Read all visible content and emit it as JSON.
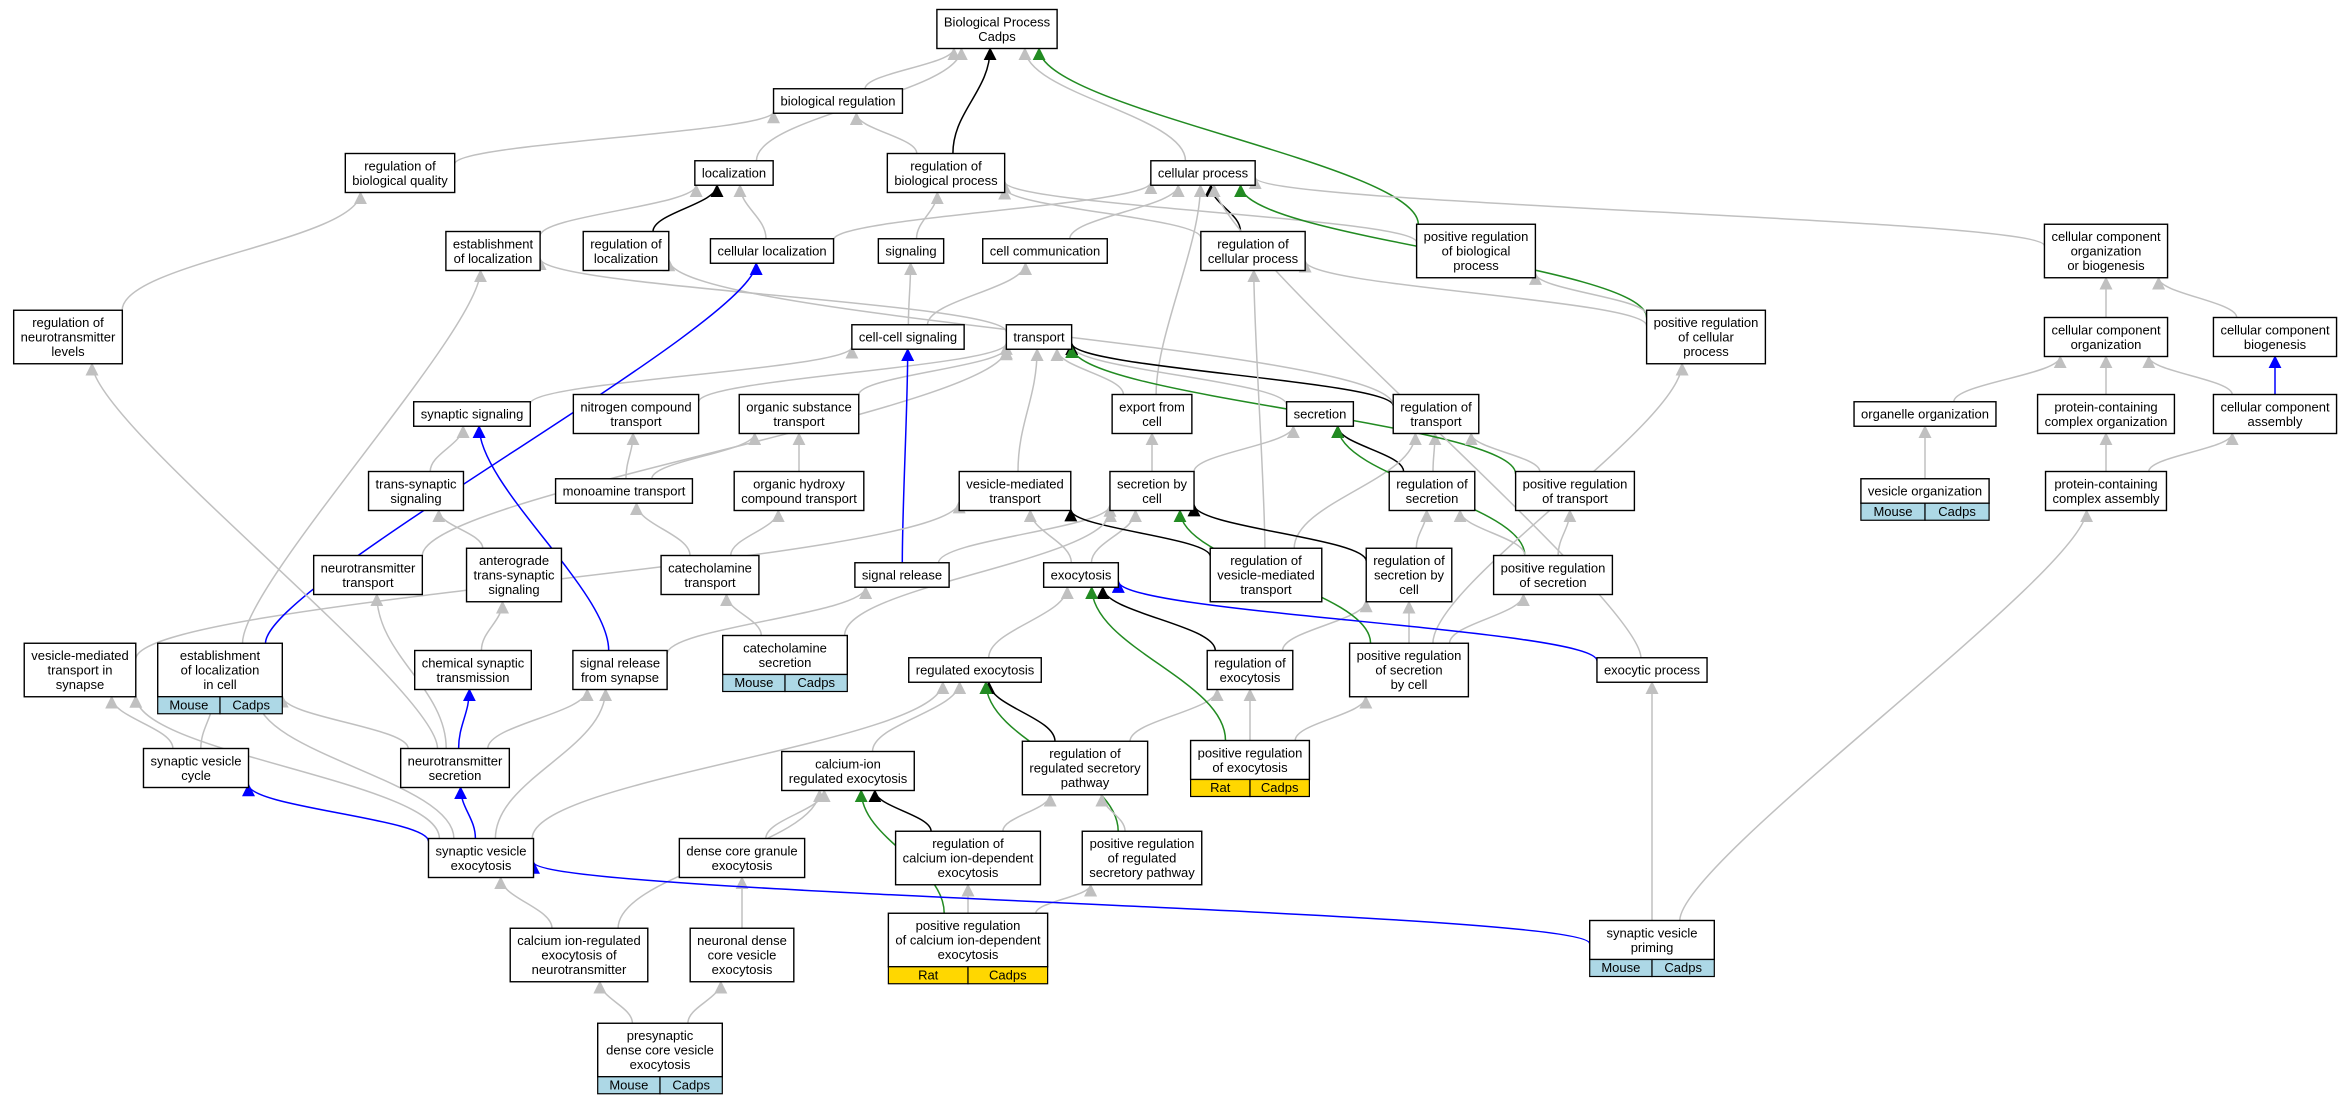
{
  "title": "Biological Process Cadps",
  "colors": {
    "is_a": "#c0c0c0",
    "part_of": "#000000",
    "regulates": "#0000ff",
    "positively_regulates": "#228b22",
    "mouse_tag": "#add8e6",
    "rat_tag": "#ffd700"
  },
  "nodes": [
    {
      "id": "root",
      "lines": [
        "Biological Process",
        "Cadps"
      ]
    },
    {
      "id": "bioreg",
      "lines": [
        "biological regulation"
      ]
    },
    {
      "id": "regbq",
      "lines": [
        "regulation of",
        "biological quality"
      ]
    },
    {
      "id": "local",
      "lines": [
        "localization"
      ]
    },
    {
      "id": "regbp",
      "lines": [
        "regulation of",
        "biological process"
      ]
    },
    {
      "id": "cellproc",
      "lines": [
        "cellular process"
      ]
    },
    {
      "id": "estloc",
      "lines": [
        "establishment",
        "of localization"
      ]
    },
    {
      "id": "regloc",
      "lines": [
        "regulation of",
        "localization"
      ]
    },
    {
      "id": "cellloc",
      "lines": [
        "cellular localization"
      ]
    },
    {
      "id": "signaling",
      "lines": [
        "signaling"
      ]
    },
    {
      "id": "cellcomm",
      "lines": [
        "cell communication"
      ]
    },
    {
      "id": "regcp",
      "lines": [
        "regulation of",
        "cellular process"
      ]
    },
    {
      "id": "posregbp",
      "lines": [
        "positive regulation",
        "of biological",
        "process"
      ]
    },
    {
      "id": "ccorg",
      "lines": [
        "cellular component",
        "organization",
        "or biogenesis"
      ]
    },
    {
      "id": "regnt",
      "lines": [
        "regulation of",
        "neurotransmitter",
        "levels"
      ]
    },
    {
      "id": "ccsig",
      "lines": [
        "cell-cell signaling"
      ]
    },
    {
      "id": "transport",
      "lines": [
        "transport"
      ]
    },
    {
      "id": "posregcp",
      "lines": [
        "positive regulation",
        "of cellular",
        "process"
      ]
    },
    {
      "id": "ccorg2",
      "lines": [
        "cellular component",
        "organization"
      ]
    },
    {
      "id": "ccbio",
      "lines": [
        "cellular component",
        "biogenesis"
      ]
    },
    {
      "id": "synsig",
      "lines": [
        "synaptic signaling"
      ]
    },
    {
      "id": "nitro",
      "lines": [
        "nitrogen compound",
        "transport"
      ]
    },
    {
      "id": "orgsub",
      "lines": [
        "organic substance",
        "transport"
      ]
    },
    {
      "id": "export",
      "lines": [
        "export from",
        "cell"
      ]
    },
    {
      "id": "secretion",
      "lines": [
        "secretion"
      ]
    },
    {
      "id": "regtrans",
      "lines": [
        "regulation of",
        "transport"
      ]
    },
    {
      "id": "organorg",
      "lines": [
        "organelle organization"
      ]
    },
    {
      "id": "pcco",
      "lines": [
        "protein-containing",
        "complex organization"
      ]
    },
    {
      "id": "ccasm",
      "lines": [
        "cellular component",
        "assembly"
      ]
    },
    {
      "id": "transsyn",
      "lines": [
        "trans-synaptic",
        "signaling"
      ]
    },
    {
      "id": "monoamine",
      "lines": [
        "monoamine transport"
      ]
    },
    {
      "id": "orghyd",
      "lines": [
        "organic hydroxy",
        "compound transport"
      ]
    },
    {
      "id": "vesmed",
      "lines": [
        "vesicle-mediated",
        "transport"
      ]
    },
    {
      "id": "secbycell",
      "lines": [
        "secretion by",
        "cell"
      ]
    },
    {
      "id": "regsec",
      "lines": [
        "regulation of",
        "secretion"
      ]
    },
    {
      "id": "posregtrans",
      "lines": [
        "positive regulation",
        "of transport"
      ]
    },
    {
      "id": "vesorg",
      "lines": [
        "vesicle organization"
      ],
      "tags": [
        "Mouse",
        "Cadps"
      ]
    },
    {
      "id": "pcca",
      "lines": [
        "protein-containing",
        "complex assembly"
      ]
    },
    {
      "id": "nttrans",
      "lines": [
        "neurotransmitter",
        "transport"
      ]
    },
    {
      "id": "antero",
      "lines": [
        "anterograde",
        "trans-synaptic",
        "signaling"
      ]
    },
    {
      "id": "catetrans",
      "lines": [
        "catecholamine",
        "transport"
      ]
    },
    {
      "id": "sigrel",
      "lines": [
        "signal release"
      ]
    },
    {
      "id": "exocytosis",
      "lines": [
        "exocytosis"
      ]
    },
    {
      "id": "regvmt",
      "lines": [
        "regulation of",
        "vesicle-mediated",
        "transport"
      ]
    },
    {
      "id": "regsecbc",
      "lines": [
        "regulation of",
        "secretion by",
        "cell"
      ]
    },
    {
      "id": "posregsec",
      "lines": [
        "positive regulation",
        "of secretion"
      ]
    },
    {
      "id": "vmtsyn",
      "lines": [
        "vesicle-mediated",
        "transport in",
        "synapse"
      ]
    },
    {
      "id": "estlocc",
      "lines": [
        "establishment",
        "of localization",
        "in cell"
      ],
      "tags": [
        "Mouse",
        "Cadps"
      ]
    },
    {
      "id": "chemsyn",
      "lines": [
        "chemical synaptic",
        "transmission"
      ]
    },
    {
      "id": "sigrelsyn",
      "lines": [
        "signal release",
        "from synapse"
      ]
    },
    {
      "id": "catesec",
      "lines": [
        "catecholamine",
        "secretion"
      ],
      "tags": [
        "Mouse",
        "Cadps"
      ]
    },
    {
      "id": "regexo",
      "lines": [
        "regulated exocytosis"
      ]
    },
    {
      "id": "regexoc",
      "lines": [
        "regulation of",
        "exocytosis"
      ]
    },
    {
      "id": "posregsecbc",
      "lines": [
        "positive regulation",
        "of secretion",
        "by cell"
      ]
    },
    {
      "id": "exoproc",
      "lines": [
        "exocytic process"
      ]
    },
    {
      "id": "svcycle",
      "lines": [
        "synaptic vesicle",
        "cycle"
      ]
    },
    {
      "id": "ntsec",
      "lines": [
        "neurotransmitter",
        "secretion"
      ]
    },
    {
      "id": "caexo",
      "lines": [
        "calcium-ion",
        "regulated exocytosis"
      ]
    },
    {
      "id": "regrsp",
      "lines": [
        "regulation of",
        "regulated secretory",
        "pathway"
      ]
    },
    {
      "id": "posregexo",
      "lines": [
        "positive regulation",
        "of exocytosis"
      ],
      "tags": [
        "Rat",
        "Cadps"
      ]
    },
    {
      "id": "svexo",
      "lines": [
        "synaptic vesicle",
        "exocytosis"
      ]
    },
    {
      "id": "dcgexo",
      "lines": [
        "dense core granule",
        "exocytosis"
      ]
    },
    {
      "id": "regcaexo",
      "lines": [
        "regulation of",
        "calcium ion-dependent",
        "exocytosis"
      ]
    },
    {
      "id": "posregrsp",
      "lines": [
        "positive regulation",
        "of regulated",
        "secretory pathway"
      ]
    },
    {
      "id": "canexo",
      "lines": [
        "calcium ion-regulated",
        "exocytosis of",
        "neurotransmitter"
      ]
    },
    {
      "id": "ndcvexo",
      "lines": [
        "neuronal dense",
        "core vesicle",
        "exocytosis"
      ]
    },
    {
      "id": "posregcaexo",
      "lines": [
        "positive regulation",
        "of calcium ion-dependent",
        "exocytosis"
      ],
      "tags": [
        "Rat",
        "Cadps"
      ]
    },
    {
      "id": "svprime",
      "lines": [
        "synaptic vesicle",
        "priming"
      ],
      "tags": [
        "Mouse",
        "Cadps"
      ]
    },
    {
      "id": "presyn",
      "lines": [
        "presynaptic",
        "dense core vesicle",
        "exocytosis"
      ],
      "tags": [
        "Mouse",
        "Cadps"
      ]
    }
  ],
  "edges": [
    {
      "from": "bioreg",
      "to": "root",
      "type": "is_a"
    },
    {
      "from": "local",
      "to": "root",
      "type": "is_a"
    },
    {
      "from": "regbp",
      "to": "root",
      "type": "part_of"
    },
    {
      "from": "cellproc",
      "to": "root",
      "type": "is_a"
    },
    {
      "from": "posregbp",
      "to": "root",
      "type": "positively_regulates"
    },
    {
      "from": "regbq",
      "to": "bioreg",
      "type": "is_a"
    },
    {
      "from": "regbp",
      "to": "bioreg",
      "type": "is_a"
    },
    {
      "from": "estloc",
      "to": "local",
      "type": "is_a"
    },
    {
      "from": "regloc",
      "to": "local",
      "type": "part_of"
    },
    {
      "from": "cellloc",
      "to": "local",
      "type": "is_a"
    },
    {
      "from": "cellloc",
      "to": "cellproc",
      "type": "is_a"
    },
    {
      "from": "signaling",
      "to": "regbp",
      "type": "is_a"
    },
    {
      "from": "cellcomm",
      "to": "cellproc",
      "type": "is_a"
    },
    {
      "from": "regcp",
      "to": "cellproc",
      "type": "part_of"
    },
    {
      "from": "regcp",
      "to": "regbp",
      "type": "is_a"
    },
    {
      "from": "posregbp",
      "to": "regbp",
      "type": "is_a"
    },
    {
      "from": "posregcp",
      "to": "cellproc",
      "type": "positively_regulates"
    },
    {
      "from": "posregcp",
      "to": "regcp",
      "type": "is_a"
    },
    {
      "from": "posregcp",
      "to": "posregbp",
      "type": "is_a"
    },
    {
      "from": "ccorg",
      "to": "cellproc",
      "type": "is_a"
    },
    {
      "from": "regnt",
      "to": "regbq",
      "type": "is_a"
    },
    {
      "from": "ccsig",
      "to": "signaling",
      "type": "is_a"
    },
    {
      "from": "ccsig",
      "to": "cellcomm",
      "type": "is_a"
    },
    {
      "from": "transport",
      "to": "estloc",
      "type": "is_a"
    },
    {
      "from": "ccorg2",
      "to": "ccorg",
      "type": "is_a"
    },
    {
      "from": "ccbio",
      "to": "ccorg",
      "type": "is_a"
    },
    {
      "from": "synsig",
      "to": "ccsig",
      "type": "is_a"
    },
    {
      "from": "nitro",
      "to": "transport",
      "type": "is_a"
    },
    {
      "from": "orgsub",
      "to": "transport",
      "type": "is_a"
    },
    {
      "from": "export",
      "to": "transport",
      "type": "is_a"
    },
    {
      "from": "export",
      "to": "cellproc",
      "type": "is_a"
    },
    {
      "from": "secretion",
      "to": "transport",
      "type": "is_a"
    },
    {
      "from": "regtrans",
      "to": "transport",
      "type": "part_of"
    },
    {
      "from": "regtrans",
      "to": "regloc",
      "type": "is_a"
    },
    {
      "from": "organorg",
      "to": "ccorg2",
      "type": "is_a"
    },
    {
      "from": "pcco",
      "to": "ccorg2",
      "type": "is_a"
    },
    {
      "from": "ccasm",
      "to": "ccorg2",
      "type": "is_a"
    },
    {
      "from": "ccasm",
      "to": "ccbio",
      "type": "regulates"
    },
    {
      "from": "transsyn",
      "to": "synsig",
      "type": "is_a"
    },
    {
      "from": "monoamine",
      "to": "nitro",
      "type": "is_a"
    },
    {
      "from": "monoamine",
      "to": "orgsub",
      "type": "is_a"
    },
    {
      "from": "orghyd",
      "to": "orgsub",
      "type": "is_a"
    },
    {
      "from": "vesmed",
      "to": "transport",
      "type": "is_a"
    },
    {
      "from": "secbycell",
      "to": "export",
      "type": "is_a"
    },
    {
      "from": "secbycell",
      "to": "secretion",
      "type": "is_a"
    },
    {
      "from": "regsec",
      "to": "secretion",
      "type": "part_of"
    },
    {
      "from": "regsec",
      "to": "regtrans",
      "type": "is_a"
    },
    {
      "from": "posregtrans",
      "to": "transport",
      "type": "positively_regulates"
    },
    {
      "from": "posregtrans",
      "to": "regtrans",
      "type": "is_a"
    },
    {
      "from": "vesorg",
      "to": "organorg",
      "type": "is_a"
    },
    {
      "from": "pcca",
      "to": "pcco",
      "type": "is_a"
    },
    {
      "from": "pcca",
      "to": "ccasm",
      "type": "is_a"
    },
    {
      "from": "nttrans",
      "to": "transport",
      "type": "is_a"
    },
    {
      "from": "antero",
      "to": "transsyn",
      "type": "is_a"
    },
    {
      "from": "catetrans",
      "to": "monoamine",
      "type": "is_a"
    },
    {
      "from": "catetrans",
      "to": "orghyd",
      "type": "is_a"
    },
    {
      "from": "sigrel",
      "to": "ccsig",
      "type": "regulates"
    },
    {
      "from": "sigrel",
      "to": "secbycell",
      "type": "is_a"
    },
    {
      "from": "exocytosis",
      "to": "vesmed",
      "type": "is_a"
    },
    {
      "from": "exocytosis",
      "to": "secbycell",
      "type": "is_a"
    },
    {
      "from": "regvmt",
      "to": "vesmed",
      "type": "part_of"
    },
    {
      "from": "regvmt",
      "to": "regcp",
      "type": "is_a"
    },
    {
      "from": "regvmt",
      "to": "regtrans",
      "type": "is_a"
    },
    {
      "from": "regsecbc",
      "to": "secbycell",
      "type": "part_of"
    },
    {
      "from": "regsecbc",
      "to": "regsec",
      "type": "is_a"
    },
    {
      "from": "posregsec",
      "to": "secretion",
      "type": "positively_regulates"
    },
    {
      "from": "posregsec",
      "to": "regsec",
      "type": "is_a"
    },
    {
      "from": "posregsec",
      "to": "posregtrans",
      "type": "is_a"
    },
    {
      "from": "vmtsyn",
      "to": "vesmed",
      "type": "is_a"
    },
    {
      "from": "estlocc",
      "to": "estloc",
      "type": "is_a"
    },
    {
      "from": "estlocc",
      "to": "cellloc",
      "type": "regulates"
    },
    {
      "from": "chemsyn",
      "to": "antero",
      "type": "is_a"
    },
    {
      "from": "sigrelsyn",
      "to": "synsig",
      "type": "regulates"
    },
    {
      "from": "sigrelsyn",
      "to": "sigrel",
      "type": "is_a"
    },
    {
      "from": "catesec",
      "to": "catetrans",
      "type": "is_a"
    },
    {
      "from": "catesec",
      "to": "secbycell",
      "type": "is_a"
    },
    {
      "from": "regexo",
      "to": "exocytosis",
      "type": "is_a"
    },
    {
      "from": "regexoc",
      "to": "exocytosis",
      "type": "part_of"
    },
    {
      "from": "regexoc",
      "to": "regsecbc",
      "type": "is_a"
    },
    {
      "from": "posregsecbc",
      "to": "secbycell",
      "type": "positively_regulates"
    },
    {
      "from": "posregsecbc",
      "to": "regsecbc",
      "type": "is_a"
    },
    {
      "from": "posregsecbc",
      "to": "posregsec",
      "type": "is_a"
    },
    {
      "from": "posregsecbc",
      "to": "posregcp",
      "type": "is_a"
    },
    {
      "from": "exoproc",
      "to": "exocytosis",
      "type": "regulates"
    },
    {
      "from": "exoproc",
      "to": "cellproc",
      "type": "is_a"
    },
    {
      "from": "svcycle",
      "to": "vmtsyn",
      "type": "is_a"
    },
    {
      "from": "svcycle",
      "to": "estlocc",
      "type": "is_a"
    },
    {
      "from": "ntsec",
      "to": "chemsyn",
      "type": "regulates"
    },
    {
      "from": "ntsec",
      "to": "sigrelsyn",
      "type": "is_a"
    },
    {
      "from": "ntsec",
      "to": "nttrans",
      "type": "is_a"
    },
    {
      "from": "ntsec",
      "to": "regnt",
      "type": "is_a"
    },
    {
      "from": "ntsec",
      "to": "estlocc",
      "type": "is_a"
    },
    {
      "from": "caexo",
      "to": "regexo",
      "type": "is_a"
    },
    {
      "from": "regrsp",
      "to": "regexo",
      "type": "part_of"
    },
    {
      "from": "regrsp",
      "to": "regexoc",
      "type": "is_a"
    },
    {
      "from": "posregexo",
      "to": "exocytosis",
      "type": "positively_regulates"
    },
    {
      "from": "posregexo",
      "to": "regexoc",
      "type": "is_a"
    },
    {
      "from": "posregexo",
      "to": "posregsecbc",
      "type": "is_a"
    },
    {
      "from": "svexo",
      "to": "svcycle",
      "type": "regulates"
    },
    {
      "from": "svexo",
      "to": "ntsec",
      "type": "regulates"
    },
    {
      "from": "svexo",
      "to": "vmtsyn",
      "type": "is_a"
    },
    {
      "from": "svexo",
      "to": "sigrelsyn",
      "type": "is_a"
    },
    {
      "from": "svexo",
      "to": "regexo",
      "type": "is_a"
    },
    {
      "from": "svexo",
      "to": "estlocc",
      "type": "is_a"
    },
    {
      "from": "dcgexo",
      "to": "caexo",
      "type": "is_a"
    },
    {
      "from": "regcaexo",
      "to": "caexo",
      "type": "part_of"
    },
    {
      "from": "regcaexo",
      "to": "regrsp",
      "type": "is_a"
    },
    {
      "from": "posregrsp",
      "to": "regexo",
      "type": "positively_regulates"
    },
    {
      "from": "posregrsp",
      "to": "regrsp",
      "type": "is_a"
    },
    {
      "from": "canexo",
      "to": "svexo",
      "type": "is_a"
    },
    {
      "from": "canexo",
      "to": "caexo",
      "type": "is_a"
    },
    {
      "from": "ndcvexo",
      "to": "dcgexo",
      "type": "is_a"
    },
    {
      "from": "posregcaexo",
      "to": "caexo",
      "type": "positively_regulates"
    },
    {
      "from": "posregcaexo",
      "to": "regcaexo",
      "type": "is_a"
    },
    {
      "from": "posregcaexo",
      "to": "posregrsp",
      "type": "is_a"
    },
    {
      "from": "svprime",
      "to": "svexo",
      "type": "regulates"
    },
    {
      "from": "svprime",
      "to": "exoproc",
      "type": "is_a"
    },
    {
      "from": "svprime",
      "to": "pcca",
      "type": "is_a"
    },
    {
      "from": "presyn",
      "to": "canexo",
      "type": "is_a"
    },
    {
      "from": "presyn",
      "to": "ndcvexo",
      "type": "is_a"
    }
  ]
}
